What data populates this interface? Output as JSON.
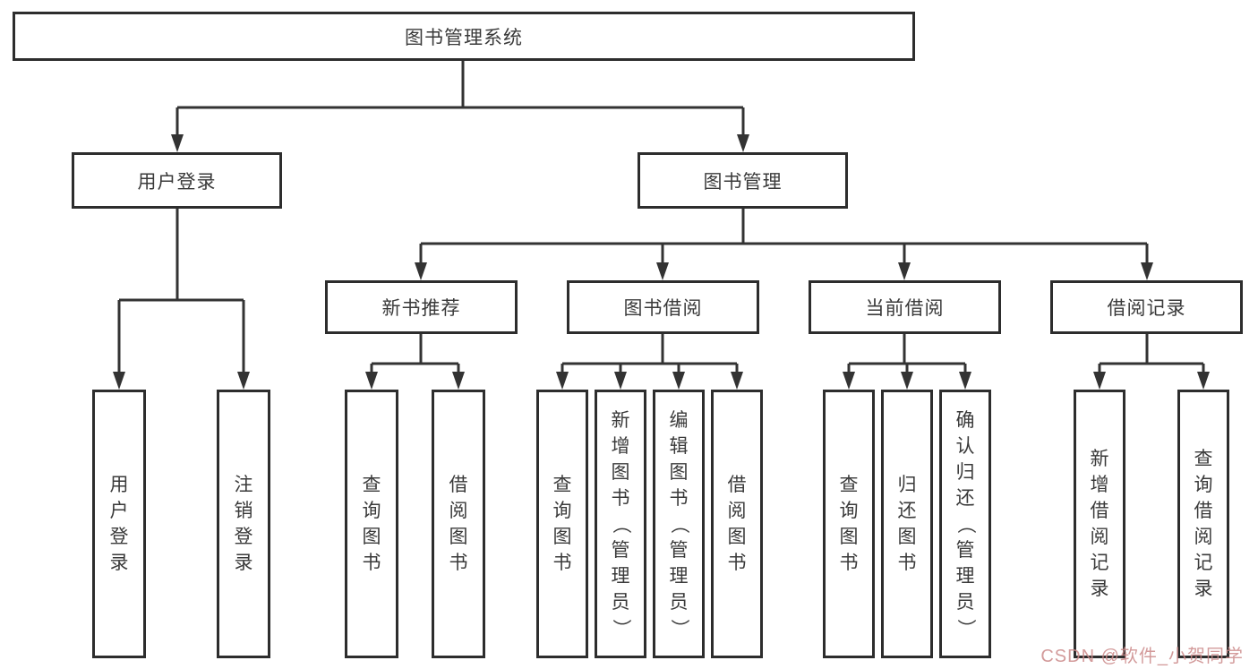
{
  "diagram": {
    "root": {
      "label": "图书管理系统"
    },
    "level2": [
      {
        "label": "用户登录"
      },
      {
        "label": "图书管理"
      }
    ],
    "level3": [
      {
        "label": "新书推荐"
      },
      {
        "label": "图书借阅"
      },
      {
        "label": "当前借阅"
      },
      {
        "label": "借阅记录"
      }
    ],
    "leaves": [
      {
        "label": "用户登录"
      },
      {
        "label": "注销登录"
      },
      {
        "label": "查询图书"
      },
      {
        "label": "借阅图书"
      },
      {
        "label": "查询图书"
      },
      {
        "label": "新增图书（管理员）"
      },
      {
        "label": "编辑图书（管理员）"
      },
      {
        "label": "借阅图书"
      },
      {
        "label": "查询图书"
      },
      {
        "label": "归还图书"
      },
      {
        "label": "确认归还（管理员）"
      },
      {
        "label": "新增借阅记录"
      },
      {
        "label": "查询借阅记录"
      }
    ],
    "watermark": "CSDN @软件_小贺同学",
    "colors": {
      "line": "#333333",
      "border": "#2d2d2d",
      "text": "#3a3a3a",
      "watermark": "#cb8a8a",
      "background": "#ffffff"
    }
  }
}
